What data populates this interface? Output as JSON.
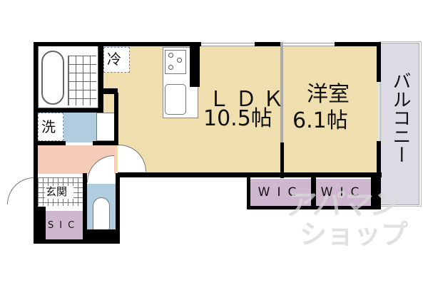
{
  "floorplan": {
    "rooms": {
      "ldk": {
        "name": "ＬＤＫ",
        "size": "10.5帖"
      },
      "western_room": {
        "name": "洋室",
        "size": "6.1帖"
      },
      "balcony": {
        "name": "バルコニー"
      },
      "entrance": {
        "name": "玄関"
      },
      "sic": {
        "name": "SIC"
      },
      "wic_left": {
        "name": "WIC"
      },
      "wic_right": {
        "name": "WIC"
      }
    },
    "markers": {
      "refrigerator": "冷",
      "washer": "洗"
    },
    "watermark": {
      "line1": "アパマン",
      "line2": "ショップ"
    },
    "colors": {
      "living": "#f0dfae",
      "wet_area": "#b0cde0",
      "hall": "#f6cbb8",
      "closet": "#cfb8cf",
      "balcony": "#dcdae2",
      "wall": "#000000"
    }
  }
}
